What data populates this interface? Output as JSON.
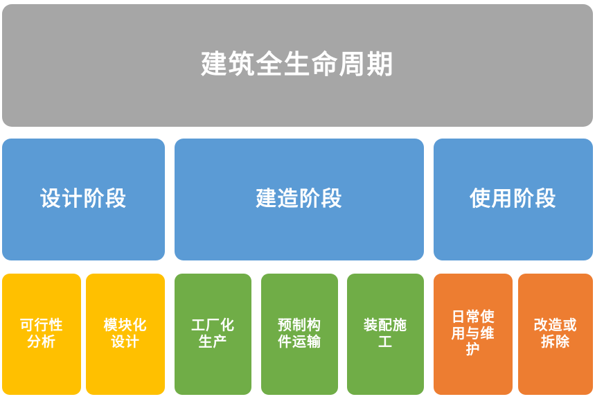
{
  "diagram": {
    "type": "hierarchy-flow",
    "title": "建筑全生命周期",
    "colors": {
      "root": "#A6A6A6",
      "phase": "#5B9BD5",
      "design_activity": "#FFC000",
      "construction_activity": "#70AD47",
      "usage_activity": "#ED7D31",
      "text": "#FFFFFF",
      "background": "#FFFFFF"
    },
    "root": {
      "label": "建筑全生命周期"
    },
    "phases": [
      {
        "label": "设计阶段"
      },
      {
        "label": "建造阶段"
      },
      {
        "label": "使用阶段"
      }
    ],
    "activities": [
      {
        "label": "可行性\n分析",
        "phase": "设计阶段"
      },
      {
        "label": "模块化\n设计",
        "phase": "设计阶段"
      },
      {
        "label": "工厂化\n生产",
        "phase": "建造阶段"
      },
      {
        "label": "预制构\n件运输",
        "phase": "建造阶段"
      },
      {
        "label": "装配施\n工",
        "phase": "建造阶段"
      },
      {
        "label": "日常使\n用与维\n护",
        "phase": "使用阶段"
      },
      {
        "label": "改造或\n拆除",
        "phase": "使用阶段"
      }
    ]
  }
}
